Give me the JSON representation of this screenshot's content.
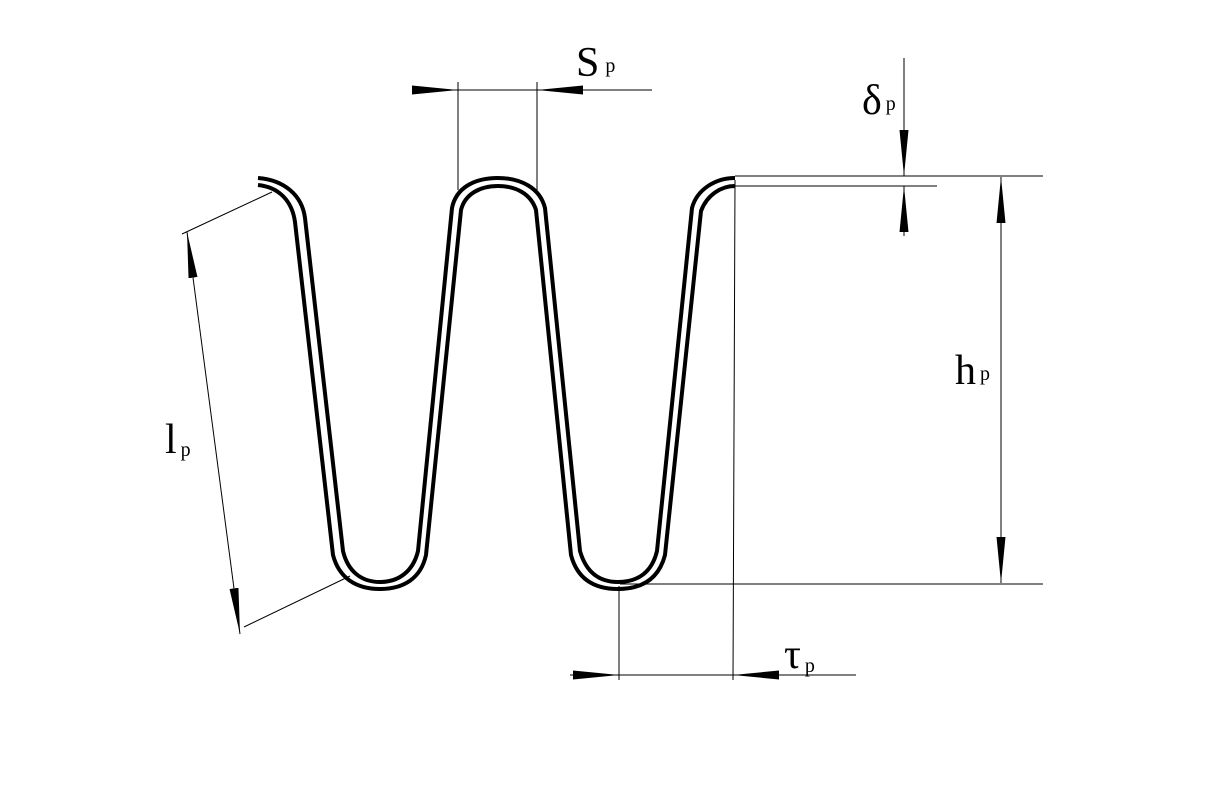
{
  "colors": {
    "line": "#000000",
    "background": "#ffffff"
  },
  "labels": {
    "pitch": {
      "main": "S",
      "sub": "p"
    },
    "thickness": {
      "main": "δ",
      "sub": "p"
    },
    "height": {
      "main": "h",
      "sub": "p"
    },
    "length": {
      "main": "l",
      "sub": "p"
    },
    "offset": {
      "main": "τ",
      "sub": "p"
    }
  }
}
